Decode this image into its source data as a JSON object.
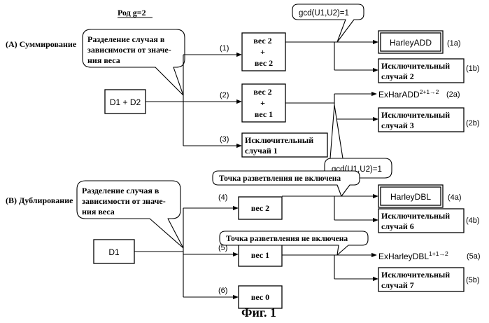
{
  "genus_label": "Род g=2",
  "figure_caption": "Фиг. 1",
  "section_a": {
    "label": "(A) Суммирование",
    "callout": [
      "Разделение случая в",
      "зависимости от значе-",
      "ния веса"
    ],
    "input": "D1 + D2",
    "branches": {
      "b1": {
        "num": "(1)",
        "box": [
          "вес 2",
          "+",
          "вес 2"
        ]
      },
      "b2": {
        "num": "(2)",
        "box": [
          "вес 2",
          "+",
          "вес 1"
        ]
      },
      "b3": {
        "num": "(3)",
        "box": [
          "Исключительный",
          "случай 1"
        ]
      }
    },
    "gcd_top": "gcd(U1,U2)=1",
    "gcd_bottom": "gcd(U1,U2)=1",
    "out_1a": {
      "text": "HarleyADD",
      "tag": "(1a)"
    },
    "out_1b": {
      "text": [
        "Исключительный",
        "случай 2"
      ],
      "tag": "(1b)"
    },
    "out_2a": {
      "text": "ExHarADD",
      "sup": "2+1→2",
      "tag": "(2a)"
    },
    "out_2b": {
      "text": [
        "Исключительный",
        "случай 3"
      ],
      "tag": "(2b)"
    }
  },
  "section_b": {
    "label": "(B) Дублирование",
    "callout": [
      "Разделение случая в",
      "зависимости от значе-",
      "ния веса"
    ],
    "input": "D1",
    "branches": {
      "b4": {
        "num": "(4)",
        "box": "вес 2"
      },
      "b5": {
        "num": "(5)",
        "box": "вес 1"
      },
      "b6": {
        "num": "(6)",
        "box": "вес 0"
      }
    },
    "note_top": "Точка разветвления не включена",
    "note_mid": "Точка разветвления не включена",
    "out_4a": {
      "text": "HarleyDBL",
      "tag": "(4a)"
    },
    "out_4b": {
      "text": [
        "Исключительный",
        "случай 6"
      ],
      "tag": "(4b)"
    },
    "out_5a": {
      "text": "ExHarleyDBL",
      "sup": "1+1→2",
      "tag": "(5a)"
    },
    "out_5b": {
      "text": [
        "Исключительный",
        "случай 7"
      ],
      "tag": "(5b)"
    }
  }
}
